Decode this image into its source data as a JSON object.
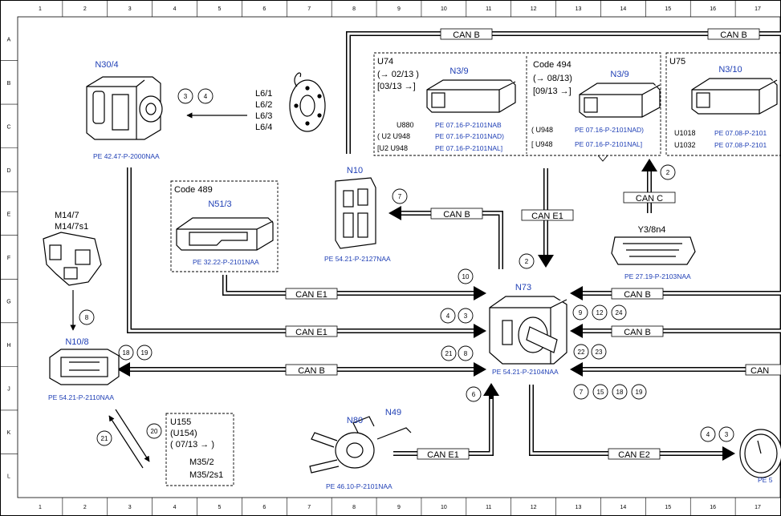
{
  "grid": {
    "columns": [
      "1",
      "2",
      "3",
      "4",
      "5",
      "6",
      "7",
      "8",
      "9",
      "10",
      "11",
      "12",
      "13",
      "14",
      "15",
      "16",
      "17"
    ],
    "rows": [
      "A",
      "B",
      "C",
      "D",
      "E",
      "F",
      "G",
      "H",
      "J",
      "K",
      "L"
    ]
  },
  "components": {
    "n30_4": {
      "code": "N30/4",
      "ref": "PE 42.47-P-2000NAA"
    },
    "sensor": {
      "codes": [
        "L6/1",
        "L6/2",
        "L6/3",
        "L6/4"
      ]
    },
    "m14": {
      "codes": [
        "M14/7",
        "M14/7s1"
      ]
    },
    "n10_8": {
      "code": "N10/8",
      "ref": "PE 54.21-P-2110NAA"
    },
    "n51_3": {
      "code_label": "Code 489",
      "code": "N51/3",
      "ref": "PE 32.22-P-2101NAA"
    },
    "n10": {
      "code": "N10",
      "ref": "PE 54.21-P-2127NAA"
    },
    "n73": {
      "code": "N73",
      "ref": "PE 54.21-P-2104NAA"
    },
    "y3_8n4": {
      "code": "Y3/8n4",
      "ref": "PE 27.19-P-2103NAA"
    },
    "n80": {
      "code": "N80"
    },
    "n49": {
      "code": "N49",
      "ref": "PE 46.10-P-2101NAA"
    },
    "u155": {
      "lines": [
        "U155",
        "(U154)",
        "( 07/13 → )",
        "M35/2",
        "M35/2s1"
      ]
    },
    "cluster": {
      "ref": "PE 5"
    },
    "u74": {
      "code_label": "U74",
      "date1": "(→ 02/13 )",
      "date2": "[03/13 →]",
      "code": "N3/9",
      "refs": [
        {
          "variant": "U880",
          "ref": "PE 07.16-P-2101NAB"
        },
        {
          "variant": "( U2  U948",
          "ref": "PE 07.16-P-2101NAD)"
        },
        {
          "variant": "[U2  U948",
          "ref": "PE 07.16-P-2101NAL]"
        }
      ]
    },
    "code494": {
      "code_label": "Code 494",
      "date1": "(→ 08/13)",
      "date2": "[09/13 →]",
      "code": "N3/9",
      "refs": [
        {
          "variant": "( U948",
          "ref": "PE 07.16-P-2101NAD)"
        },
        {
          "variant": "[ U948",
          "ref": "PE 07.16-P-2101NAL]"
        }
      ]
    },
    "u75": {
      "code_label": "U75",
      "code": "N3/10",
      "refs": [
        {
          "variant": "U1018",
          "ref": "PE 07.08-P-2101"
        },
        {
          "variant": "U1032",
          "ref": "PE 07.08-P-2101"
        }
      ]
    }
  },
  "buses": {
    "can_b": "CAN B",
    "can_c": "CAN C",
    "can_e1": "CAN E1",
    "can_e2": "CAN E2",
    "can_partial": "CAN"
  },
  "signals": {
    "s3": "3",
    "s4": "4",
    "s7": "7",
    "s10": "10",
    "s2": "2",
    "s8": "8",
    "s9": "9",
    "s12": "12",
    "s24": "24",
    "s18": "18",
    "s19": "19",
    "s21": "21",
    "s22": "22",
    "s23": "23",
    "s6": "6",
    "s15": "15",
    "s20": "20"
  }
}
